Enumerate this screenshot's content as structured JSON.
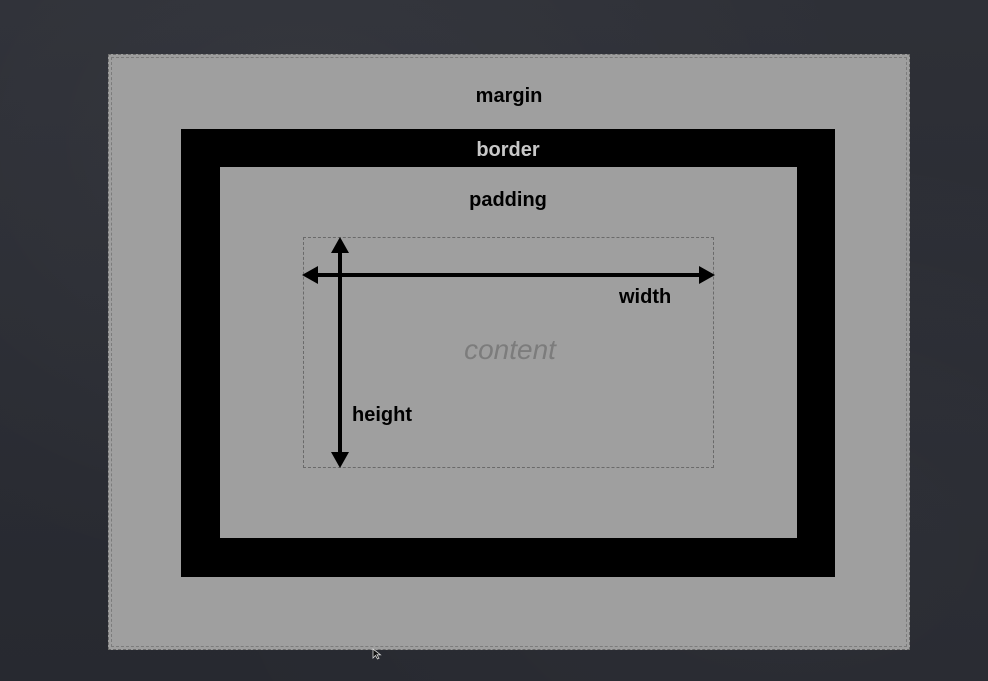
{
  "diagram": {
    "labels": {
      "margin": "margin",
      "border": "border",
      "padding": "padding",
      "content": "content",
      "width": "width",
      "height": "height"
    },
    "colors": {
      "background": "#2b2d33",
      "box_fill": "#9f9f9f",
      "border_fill": "#000000",
      "border_label": "#c8c8c8",
      "content_label": "#7c7c7c",
      "arrow": "#000000"
    },
    "icons": {
      "cursor": "arrow-cursor-icon"
    }
  }
}
